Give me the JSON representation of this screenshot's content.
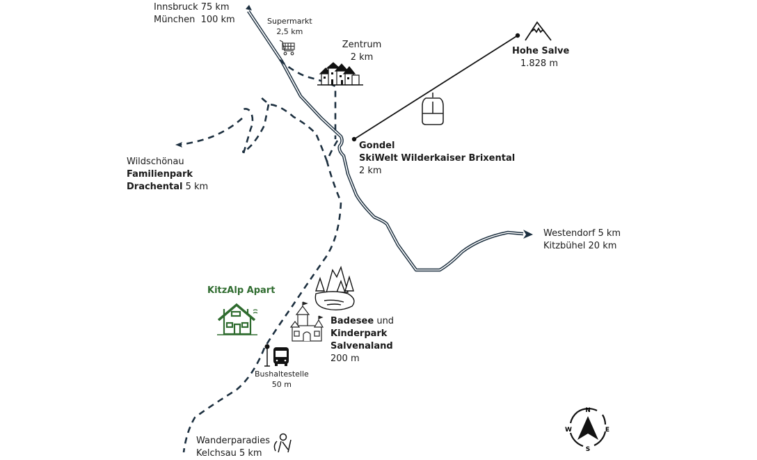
{
  "map": {
    "accent_color": "#2e6b2e",
    "road_color": "#1c2f3f",
    "labels": {
      "north_route": [
        "Innsbruck 75 km",
        "München  100 km"
      ],
      "supermarkt": {
        "name": "Supermarkt",
        "distance": "2,5 km"
      },
      "zentrum": {
        "name": "Zentrum",
        "distance": "2 km"
      },
      "hohe_salve": {
        "name": "Hohe Salve",
        "elevation": "1.828 m"
      },
      "gondel": {
        "name": "Gondel",
        "area": "SkiWelt Wilderkaiser Brixental",
        "distance": "2 km"
      },
      "wildschoenau": {
        "place": "Wildschönau",
        "name1": "Familienpark",
        "name2": "Drachental",
        "distance": "5 km"
      },
      "east_route": [
        "Westendorf 5 km",
        "Kitzbühel 20 km"
      ],
      "kitzalp": {
        "name": "KitzAlp Apart"
      },
      "badesee": {
        "name1": "Badesee",
        "connector": "und",
        "name2": "Kinderpark",
        "name3": "Salvenaland",
        "distance": "200 m"
      },
      "bus": {
        "name": "Bushaltestelle",
        "distance": "50 m"
      },
      "wander": {
        "name": "Wanderparadies",
        "sub": "Kelchsau 5 km"
      }
    },
    "compass": {
      "n": "N",
      "e": "E",
      "s": "S",
      "w": "W"
    },
    "icons": [
      "shopping-cart-icon",
      "town-houses-icon",
      "mountain-peak-icon",
      "gondola-icon",
      "house-icon",
      "forest-lake-icon",
      "castle-icon",
      "bus-stop-icon",
      "bus-icon",
      "hiker-icon",
      "compass-icon"
    ]
  }
}
